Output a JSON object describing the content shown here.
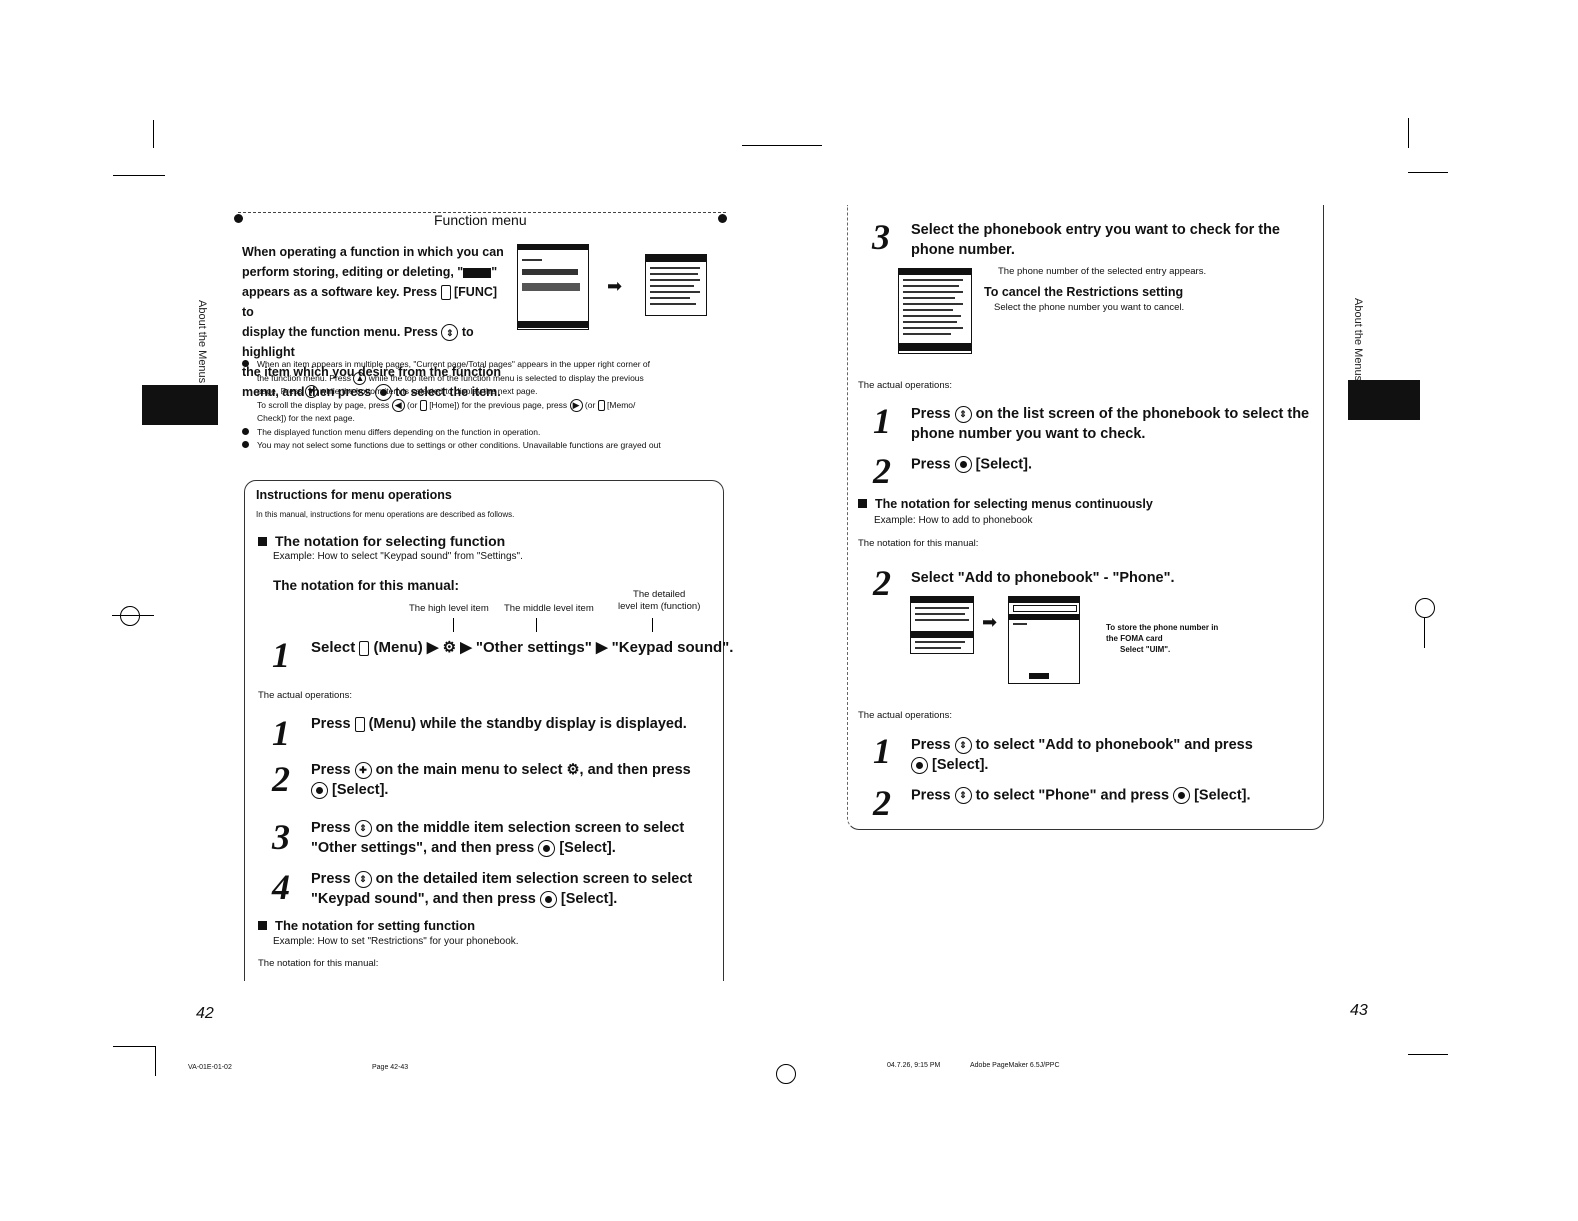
{
  "left": {
    "section_title": "Function menu",
    "side_label": "About the Menus",
    "intro": [
      "When operating a function in which you can",
      "perform storing, editing or deleting, \"",
      "\"",
      "appears as a software key. Press",
      "[FUNC] to",
      "display the function menu. Press",
      "to highlight",
      "the item which you desire from the function",
      "menu, and then press",
      "to select the item."
    ],
    "notes": [
      "When an item appears in multiple pages, \"Current page/Total pages\" appears in the upper right corner of",
      "the function menu. Press",
      "while the top item of the function menu is selected to display the previous",
      "page. Press",
      "while the bottom item is selected to display the next page.",
      "To scroll the display by page, press",
      "(or",
      "[Home]) for the previous page, press",
      "(or",
      "[Memo/",
      "Check]) for the next page.",
      "The displayed function menu differs depending on the function in operation.",
      "You may not select some functions due to settings or other conditions. Unavailable functions are grayed out"
    ],
    "box_title": "Instructions for menu operations",
    "box_sub": "In this manual, instructions for menu operations are described as follows.",
    "sel_head": "The notation for selecting function",
    "sel_example": "Example: How to select \"Keypad sound\" from \"Settings\".",
    "notation_label": "The notation for this manual:",
    "col_high": "The high level item",
    "col_mid": "The middle level item",
    "col_detail_1": "The detailed",
    "col_detail_2": "level item (function)",
    "notation_step": "1",
    "notation_text": [
      "Select",
      "(Menu) ▶",
      "▶ \"Other settings\" ▶ \"Keypad sound\"."
    ],
    "actual_label": "The actual operations:",
    "steps": [
      {
        "n": "1",
        "a": "Press",
        "b": "(Menu) while the standby display is displayed."
      },
      {
        "n": "2",
        "a": "Press",
        "b": "on the main menu to select",
        "c": ", and then press",
        "d": "[Select]."
      },
      {
        "n": "3",
        "a": "Press",
        "b": "on the middle item selection screen to select",
        "c": "\"Other settings\", and then press",
        "d": "[Select]."
      },
      {
        "n": "4",
        "a": "Press",
        "b": "on the detailed item selection screen to select",
        "c": "\"Keypad sound\", and then press",
        "d": "[Select]."
      }
    ],
    "set_head": "The notation for setting function",
    "set_example": "Example: How to set \"Restrictions\" for your phonebook.",
    "set_notation": "The notation for this manual:",
    "page_num": "42",
    "footer_id": "VA-01E-01-02",
    "footer_page": "Page 42-43"
  },
  "right": {
    "side_label": "About the Menus",
    "step3_n": "3",
    "step3_1": "Select the phonebook entry you want to check for the",
    "step3_2": "phone number.",
    "step3_note": "The phone number of the selected entry appears.",
    "cancel_head": "To cancel the Restrictions setting",
    "cancel_text": "Select the phone number you want to cancel.",
    "actual_label": "The actual operations:",
    "s1_n": "1",
    "s1_a": "Press",
    "s1_b": "on the list screen of the phonebook to select the",
    "s1_c": "phone number you want to check.",
    "s2_n": "2",
    "s2_a": "Press",
    "s2_b": "[Select].",
    "cont_head": "The notation for selecting menus continuously",
    "cont_example": "Example: How to add to phonebook",
    "cont_notation": "The notation for this manual:",
    "cont_step_n": "2",
    "cont_step": "Select \"Add to phonebook\" - \"Phone\".",
    "foma_1": "To store the phone number in",
    "foma_2": "the FOMA card",
    "foma_3": "Select \"UIM\".",
    "actual2_label": "The actual operations:",
    "a1_n": "1",
    "a1_a": "Press",
    "a1_b": "to select \"Add to phonebook\" and press",
    "a1_c": "[Select].",
    "a2_n": "2",
    "a2_a": "Press",
    "a2_b": "to select \"Phone\" and press",
    "a2_c": "[Select].",
    "page_num": "43",
    "footer_date": "04.7.26, 9:15 PM",
    "footer_app": "Adobe PageMaker 6.5J/PPC"
  }
}
